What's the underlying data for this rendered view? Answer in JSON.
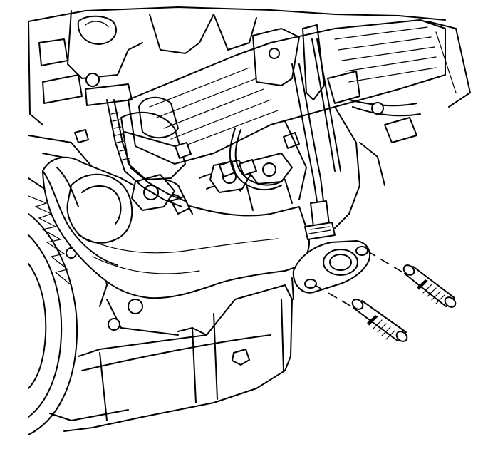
{
  "diagram": {
    "style": "black line-art technical illustration on white background",
    "colors": {
      "line": "#000000",
      "background": "#ffffff"
    },
    "parts": [
      "engine-block",
      "cylinder-head",
      "exhaust-manifold",
      "manifold-flange",
      "oxygen-sensor",
      "sensor-wire",
      "heat-shield",
      "oil-pan",
      "flywheel",
      "manifold-bolt",
      "exhaust-stud-upper",
      "exhaust-stud-lower"
    ]
  }
}
